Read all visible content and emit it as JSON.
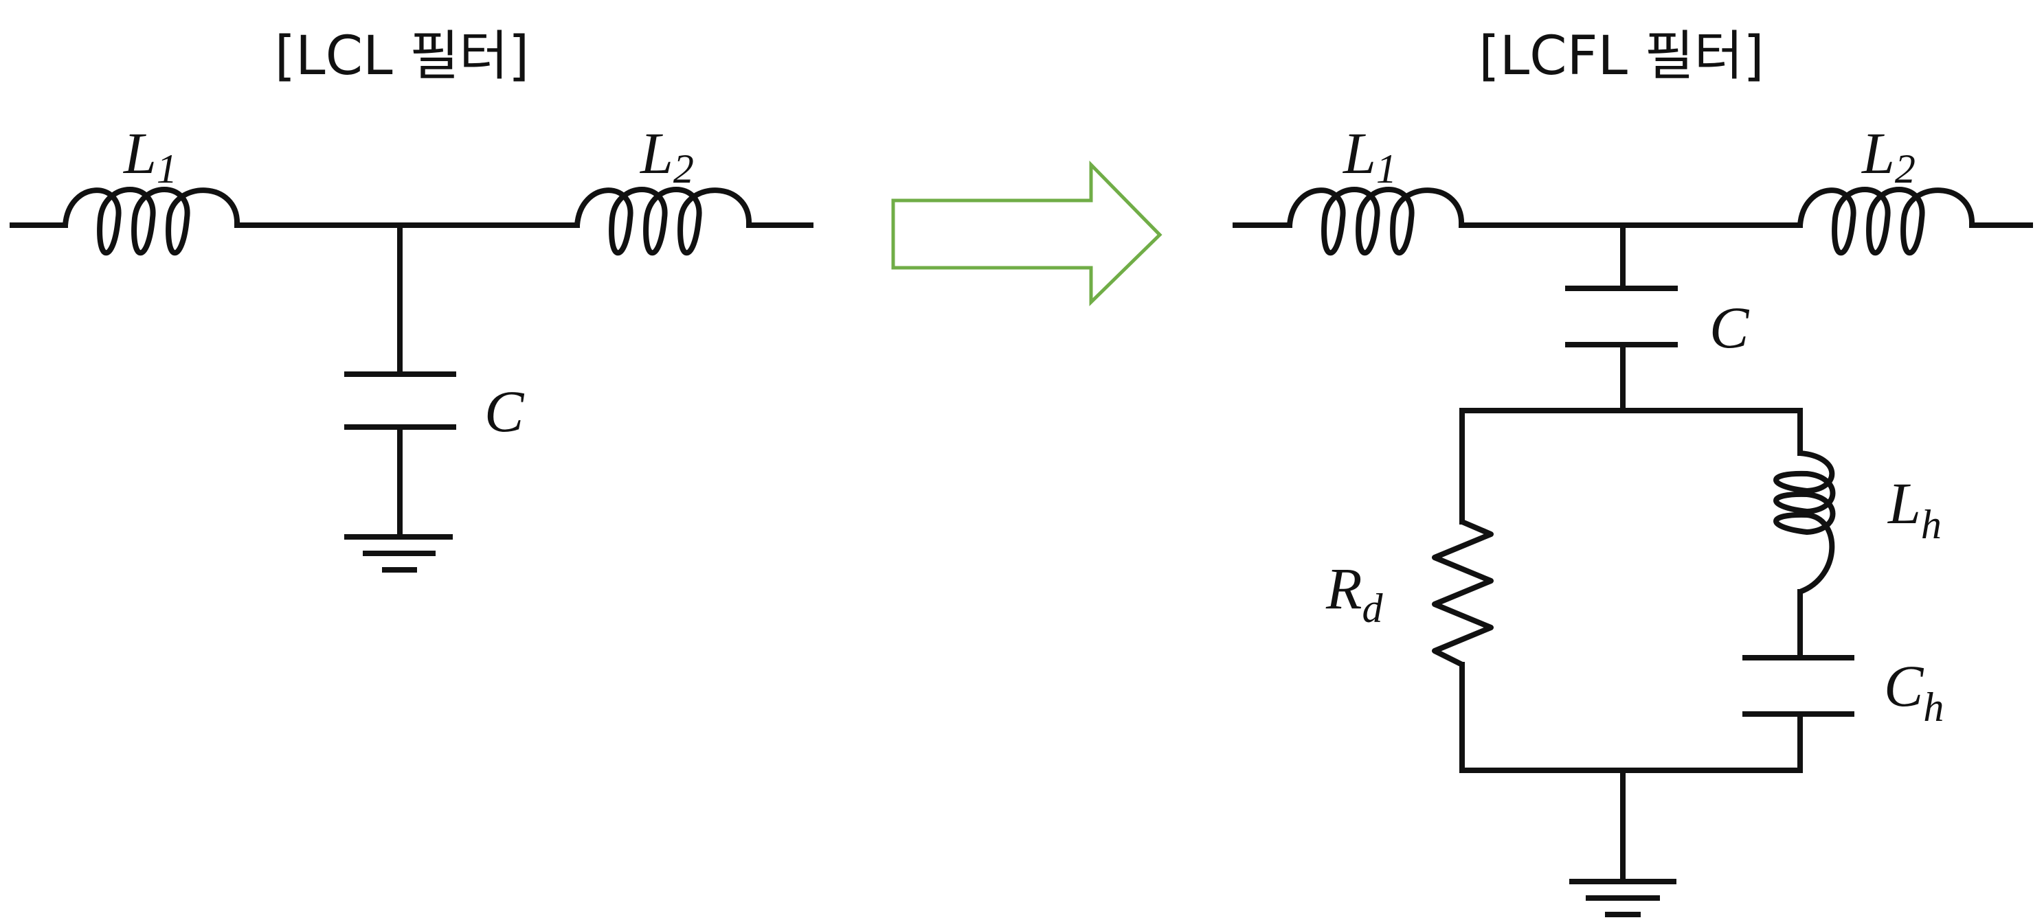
{
  "titles": {
    "left": "[LCL 필터]",
    "right": "[LCFL 필터]"
  },
  "lcl": {
    "l1": {
      "symbol": "L",
      "subscript": "1"
    },
    "l2": {
      "symbol": "L",
      "subscript": "2"
    },
    "c": {
      "symbol": "C"
    }
  },
  "lcfl": {
    "l1": {
      "symbol": "L",
      "subscript": "1"
    },
    "l2": {
      "symbol": "L",
      "subscript": "2"
    },
    "c": {
      "symbol": "C"
    },
    "rd": {
      "symbol": "R",
      "subscript": "d"
    },
    "lh": {
      "symbol": "L",
      "subscript": "h"
    },
    "ch": {
      "symbol": "C",
      "subscript": "h"
    }
  },
  "colors": {
    "arrow": "#70ad47",
    "wire": "#111111"
  },
  "icons": {
    "arrow": "right-arrow-icon",
    "ground": "ground-icon"
  }
}
